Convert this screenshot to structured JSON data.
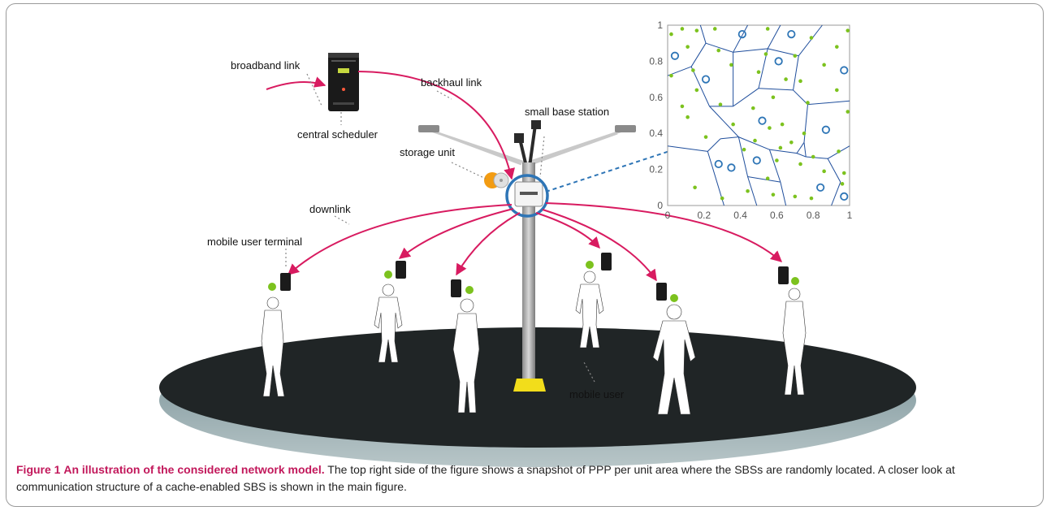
{
  "labels": {
    "broadband": "broadband link",
    "backhaul": "backhaul link",
    "central_scheduler": "central scheduler",
    "small_base_station": "small base station",
    "storage_unit": "storage unit",
    "downlink": "downlink",
    "mobile_user_terminal": "mobile user terminal",
    "mobile_user": "mobile user"
  },
  "plot": {
    "xticks": [
      "0",
      "0.2",
      "0.4",
      "0.6",
      "0.8",
      "1"
    ],
    "yticks": [
      "0",
      "0.2",
      "0.4",
      "0.6",
      "0.8",
      "1"
    ],
    "xlim": [
      0,
      1
    ],
    "ylim": [
      0,
      1
    ],
    "sbs_marker_color": "#2e75b6",
    "user_marker_color": "#7cc21e",
    "cell_edge_color": "#1f4e9c"
  },
  "chart_data": {
    "type": "scatter",
    "title": "",
    "xlabel": "",
    "ylabel": "",
    "xlim": [
      0,
      1
    ],
    "ylim": [
      0,
      1
    ],
    "series": [
      {
        "marker": "hollow-circle",
        "color": "#2e75b6",
        "points": [
          [
            0.04,
            0.83
          ],
          [
            0.21,
            0.7
          ],
          [
            0.41,
            0.95
          ],
          [
            0.68,
            0.95
          ],
          [
            0.61,
            0.8
          ],
          [
            0.97,
            0.75
          ],
          [
            0.52,
            0.47
          ],
          [
            0.87,
            0.42
          ],
          [
            0.49,
            0.25
          ],
          [
            0.28,
            0.23
          ],
          [
            0.35,
            0.21
          ],
          [
            0.84,
            0.1
          ],
          [
            0.97,
            0.05
          ]
        ]
      },
      {
        "marker": "dot",
        "color": "#7cc21e",
        "points": [
          [
            0.02,
            0.95
          ],
          [
            0.08,
            0.98
          ],
          [
            0.16,
            0.97
          ],
          [
            0.26,
            0.98
          ],
          [
            0.55,
            0.98
          ],
          [
            0.79,
            0.93
          ],
          [
            0.99,
            0.97
          ],
          [
            0.02,
            0.72
          ],
          [
            0.11,
            0.88
          ],
          [
            0.14,
            0.75
          ],
          [
            0.28,
            0.86
          ],
          [
            0.35,
            0.78
          ],
          [
            0.5,
            0.74
          ],
          [
            0.54,
            0.84
          ],
          [
            0.7,
            0.83
          ],
          [
            0.73,
            0.69
          ],
          [
            0.86,
            0.78
          ],
          [
            0.93,
            0.88
          ],
          [
            0.08,
            0.55
          ],
          [
            0.16,
            0.64
          ],
          [
            0.29,
            0.56
          ],
          [
            0.47,
            0.54
          ],
          [
            0.58,
            0.6
          ],
          [
            0.65,
            0.7
          ],
          [
            0.77,
            0.57
          ],
          [
            0.93,
            0.64
          ],
          [
            0.99,
            0.52
          ],
          [
            0.11,
            0.49
          ],
          [
            0.21,
            0.38
          ],
          [
            0.36,
            0.45
          ],
          [
            0.48,
            0.36
          ],
          [
            0.56,
            0.43
          ],
          [
            0.63,
            0.45
          ],
          [
            0.68,
            0.35
          ],
          [
            0.75,
            0.4
          ],
          [
            0.94,
            0.3
          ],
          [
            0.15,
            0.1
          ],
          [
            0.3,
            0.04
          ],
          [
            0.42,
            0.31
          ],
          [
            0.55,
            0.15
          ],
          [
            0.62,
            0.32
          ],
          [
            0.73,
            0.23
          ],
          [
            0.8,
            0.27
          ],
          [
            0.86,
            0.19
          ],
          [
            0.97,
            0.18
          ],
          [
            0.44,
            0.08
          ],
          [
            0.58,
            0.06
          ],
          [
            0.7,
            0.05
          ],
          [
            0.79,
            0.04
          ],
          [
            0.96,
            0.12
          ],
          [
            0.6,
            0.25
          ]
        ]
      }
    ]
  },
  "caption": {
    "label": "Figure 1",
    "title": "An illustration of the considered network model.",
    "text": " The top right side of the figure shows a snapshot of PPP per unit area where the SBSs are randomly located. A closer look at communication structure of a cache-enabled SBS is shown in the main figure."
  }
}
